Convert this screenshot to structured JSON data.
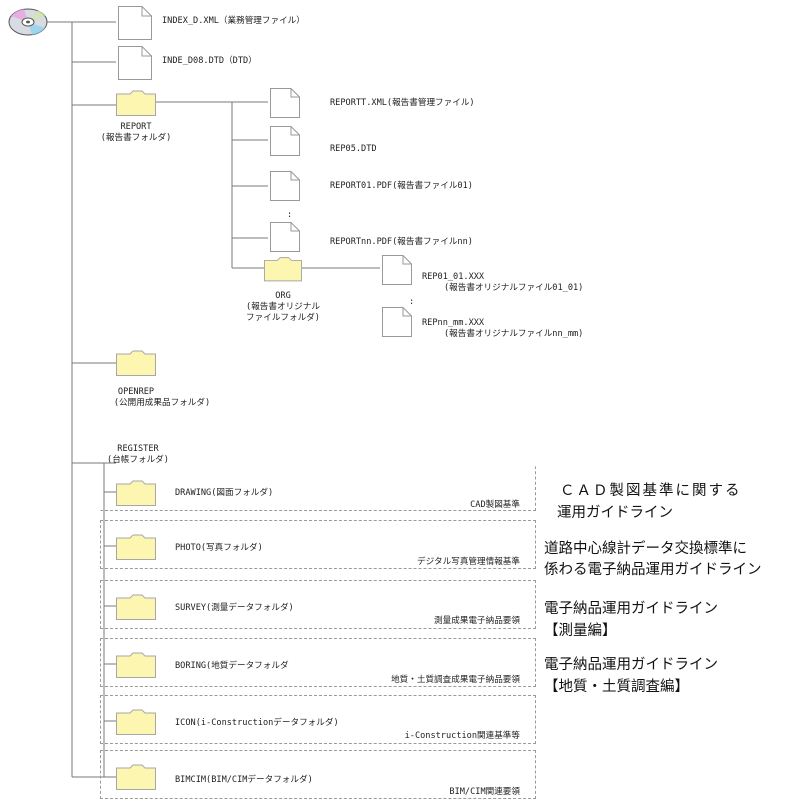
{
  "root": {
    "files": [
      "INDEX_D.XML（業務管理ファイル）",
      "INDE_D08.DTD（DTD）"
    ]
  },
  "report": {
    "name": "REPORT",
    "desc": "(報告書フォルダ)",
    "files": [
      "REPORTT.XML(報告書管理ファイル)",
      "REP05.DTD",
      "REPORT01.PDF(報告書ファイル01)",
      "REPORTnn.PDF(報告書ファイルnn)"
    ],
    "ellipsis": ":",
    "org": {
      "name": "ORG",
      "desc1": "(報告書オリジナル",
      "desc2": "ファイルフォルダ)",
      "files": [
        {
          "name": "REP01_01.XXX",
          "desc": "(報告書オリジナルファイル01_01)"
        },
        {
          "name": "REPnn_mm.XXX",
          "desc": "(報告書オリジナルファイルnn_mm)"
        }
      ],
      "ellipsis": ":"
    }
  },
  "openrep": {
    "name": "OPENREP",
    "desc": "(公開用成果品フォルダ)"
  },
  "register": {
    "name": "REGISTER",
    "desc": "(台帳フォルダ)",
    "folders": [
      {
        "label": "DRAWING(図面フォルダ)",
        "std": "CAD製図基準"
      },
      {
        "label": "PHOTO(写真フォルダ)",
        "std": "デジタル写真管理情報基準"
      },
      {
        "label": "SURVEY(測量データフォルダ)",
        "std": "測量成果電子納品要領"
      },
      {
        "label": "BORING(地質データフォルダ",
        "std": "地質・土質調査成果電子納品要領"
      },
      {
        "label": "ICON(i-Constructionデータフォルダ)",
        "std": "i-Construction関連基準等"
      },
      {
        "label": "BIMCIM(BIM/CIMデータフォルダ)",
        "std": "BIM/CIM関連要領"
      }
    ]
  },
  "guides": [
    {
      "line1": "ＣＡＤ製図基準に関する",
      "line2": "運用ガイドライン"
    },
    {
      "line1": "道路中心線計データ交換標準に",
      "line2": "係わる電子納品運用ガイドライン"
    },
    {
      "line1": "電子納品運用ガイドライン",
      "line2": "【測量編】"
    },
    {
      "line1": "電子納品運用ガイドライン",
      "line2": "【地質・土質調査編】"
    }
  ],
  "colors": {
    "folder": "#fdf6b0",
    "folder_stroke": "#a7a7a7",
    "line": "#7a7a7a",
    "dashed": "#9a9a9a"
  }
}
